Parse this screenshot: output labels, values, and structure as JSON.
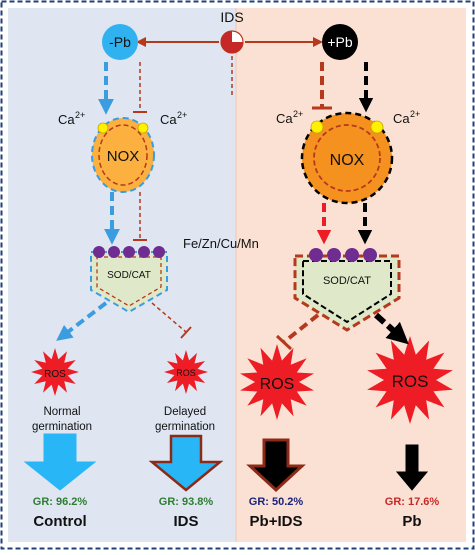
{
  "diagram": {
    "ids_label": "IDS",
    "minus_pb_label": "-Pb",
    "plus_pb_label": "+Pb",
    "ca_label": "Ca",
    "ca_superscript": "2+",
    "nox_label": "NOX",
    "metal_label": "Fe/Zn/Cu/Mn",
    "sod_cat_label": "SOD/CAT",
    "ros_label": "ROS",
    "normal_germination_line1": "Normal",
    "normal_germination_line2": "germination",
    "delayed_germination_line1": "Delayed",
    "delayed_germination_line2": "germination",
    "outcomes": [
      {
        "gr": "GR: 96.2%",
        "name": "Control"
      },
      {
        "gr": "GR: 93.8%",
        "name": "IDS"
      },
      {
        "gr": "GR: 50.2%",
        "name": "Pb+IDS"
      },
      {
        "gr": "GR: 17.6%",
        "name": "Pb"
      }
    ],
    "colors": {
      "left_panel_bg": "#dfe6f2",
      "right_panel_bg": "#fbe1d3",
      "minus_pb_fill": "#2fb2ef",
      "plus_pb_fill": "#000000",
      "ids_arrow": "#b5391c",
      "blue_dashed": "#3b9de0",
      "red_dashed": "#b5391c",
      "nox_outer": "#fbb040",
      "nox_inner_orange": "#f5911e",
      "calcium": "#fff200",
      "metal_dots": "#6f2c91",
      "sod_cat_fill": "#dfe8c8",
      "ros_fill": "#ee1c24",
      "arrow_cyan": "#29b6f6",
      "gr_green": "#2e7d32",
      "gr_blue": "#1a237e",
      "gr_red": "#c62828"
    }
  }
}
